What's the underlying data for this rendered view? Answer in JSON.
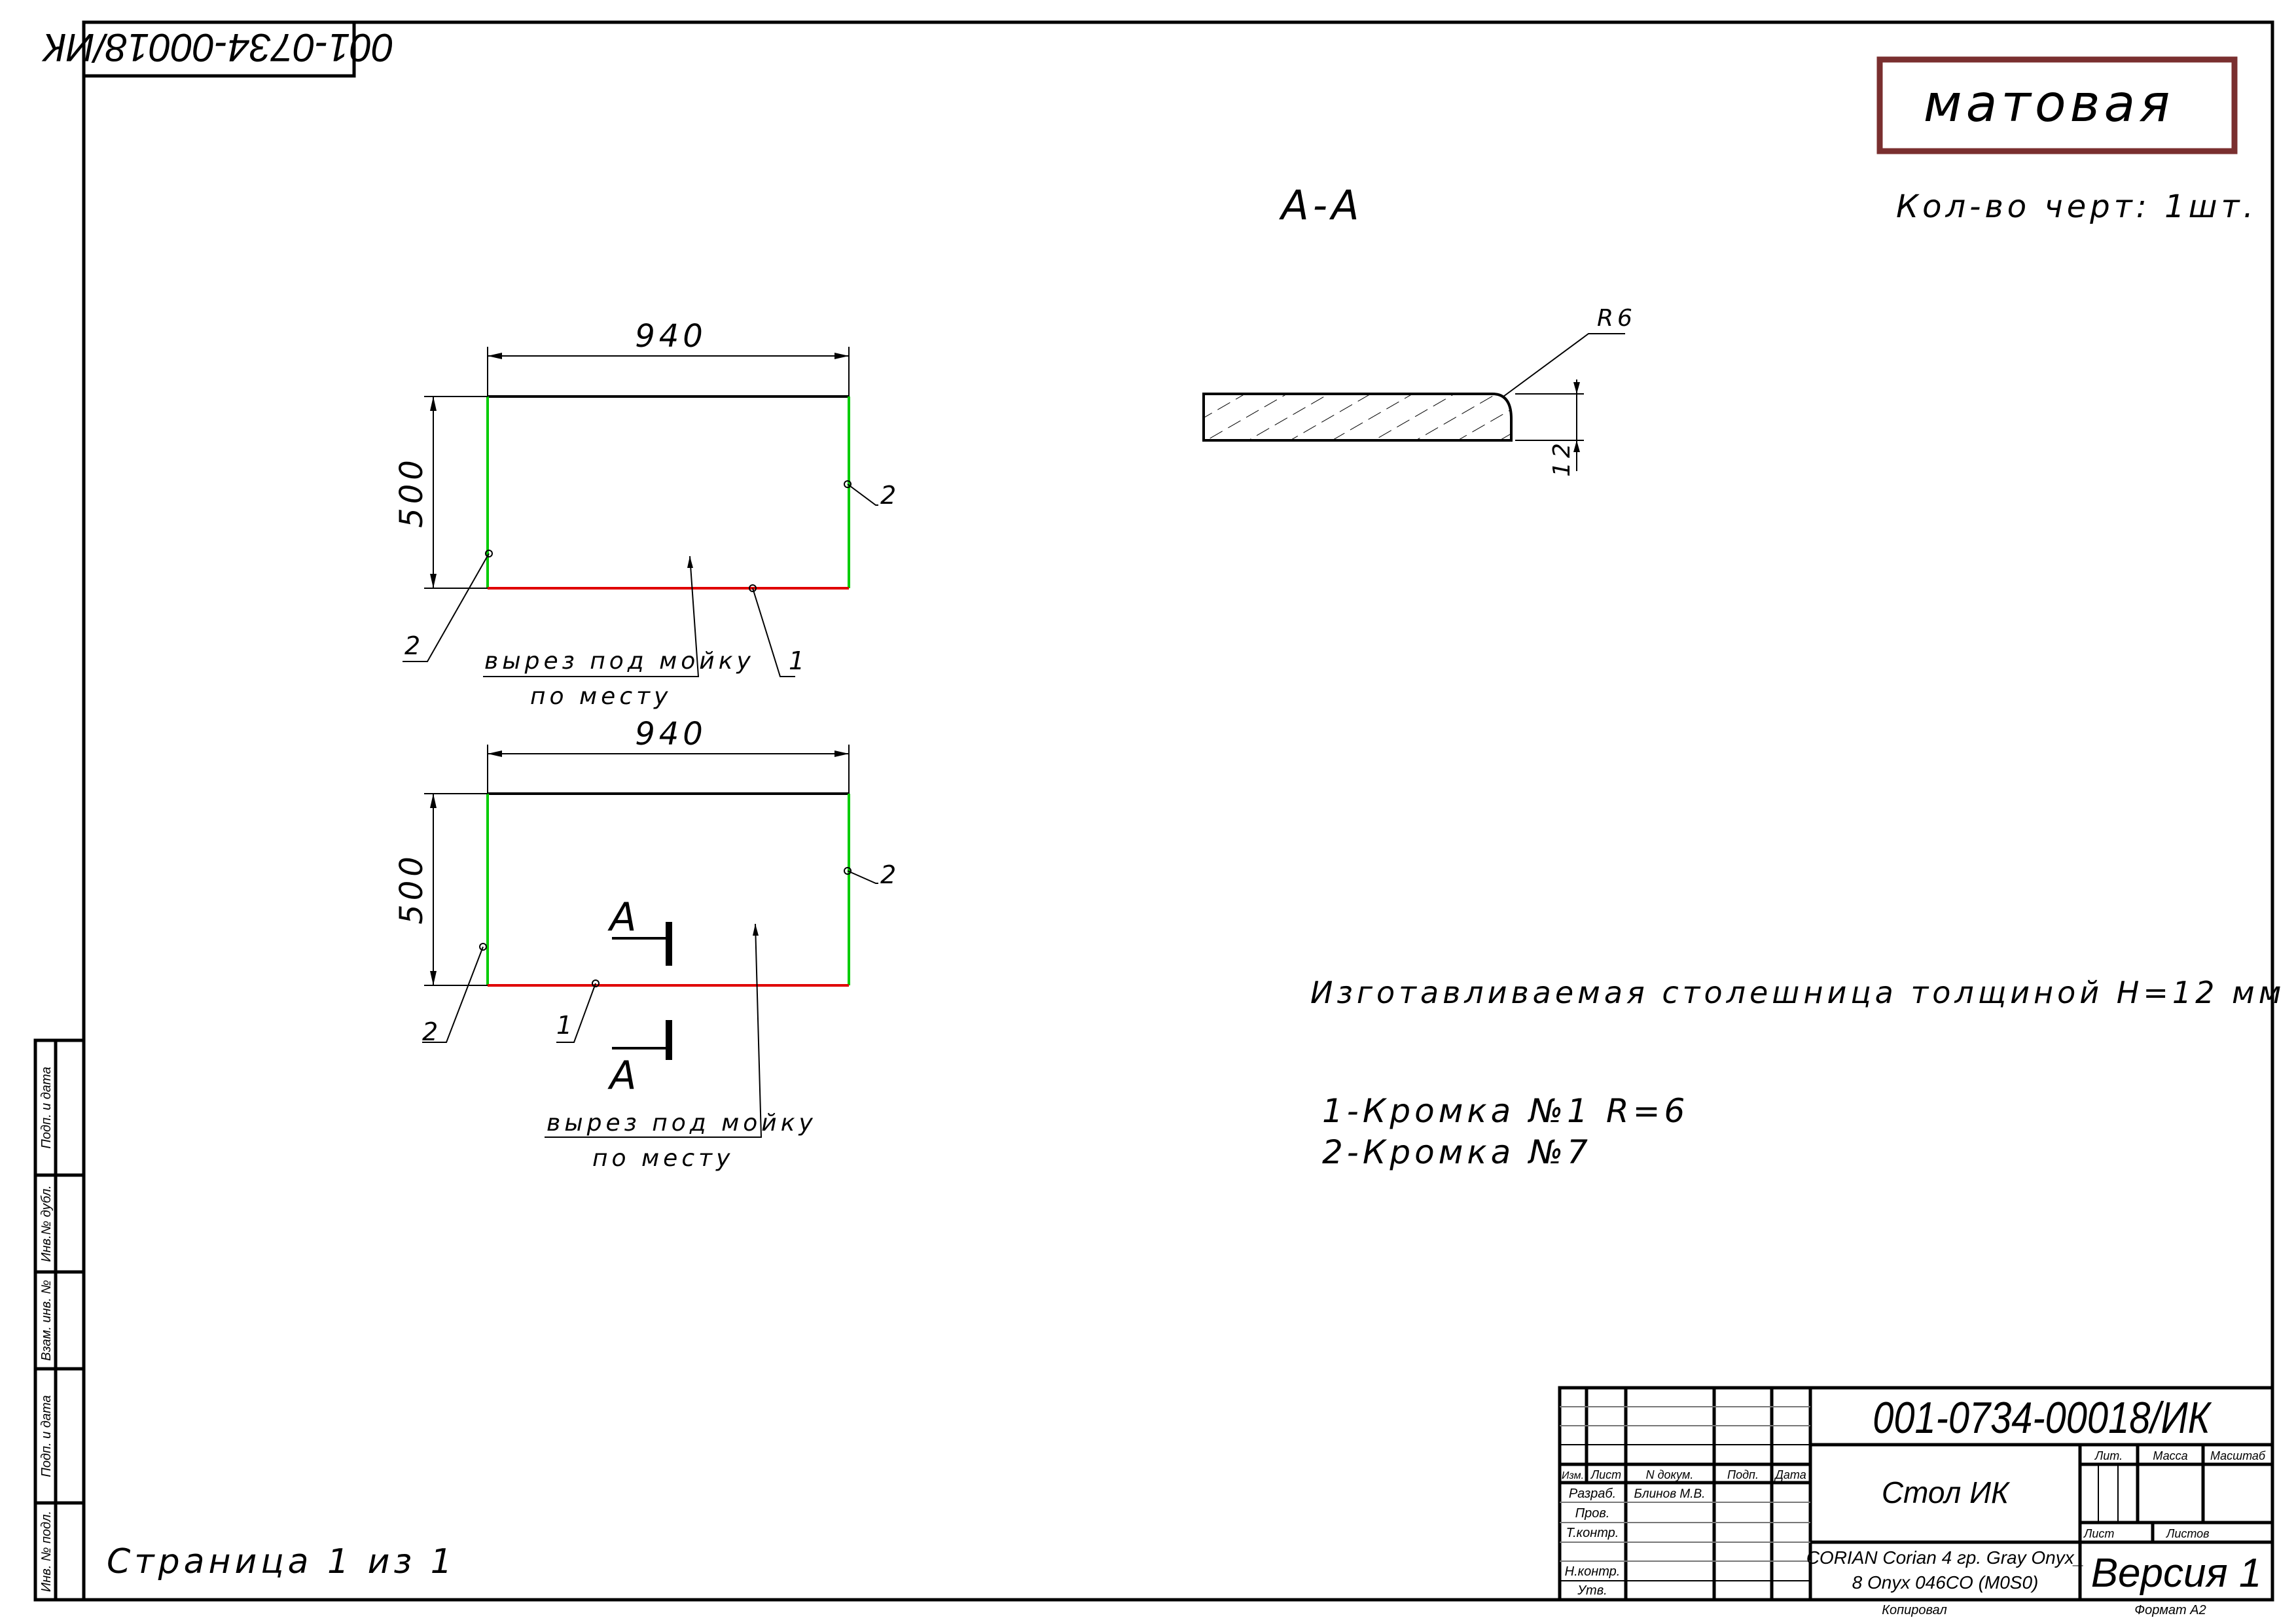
{
  "sheet": {
    "stamp_top_left": "001-0734-00018/ИК",
    "finish_label": "матовая",
    "finish_box_color": "#7a2f2f",
    "section_title": "А-А",
    "quantity": "Кол-во черт: 1шт.",
    "page_label": "Страница 1 из 1"
  },
  "view1": {
    "width_dim": "940",
    "height_dim": "500",
    "edge_right_label": "2",
    "edge_left_label": "2",
    "edge_bottom_label": "1",
    "cutout_line1": "вырез под мойку",
    "cutout_line2": "по месту"
  },
  "view2": {
    "width_dim": "940",
    "height_dim": "500",
    "edge_right_label": "2",
    "edge_left_label": "2",
    "edge_bottom_label": "1",
    "section_mark_top": "А",
    "section_mark_bottom": "А",
    "cutout_line1": "вырез под мойку",
    "cutout_line2": "по месту"
  },
  "section": {
    "radius_label": "R6",
    "thickness_dim": "12"
  },
  "notes": {
    "thickness_note": "Изготавливаемая столешница толщиной H=12 мм",
    "edge1": "1-Кромка №1 R=6",
    "edge2": "2-Кромка №7"
  },
  "colors": {
    "edge_1": "#e00000",
    "edge_2": "#00cc00"
  },
  "title_block": {
    "doc_number": "001-0734-00018/ИК",
    "title": "Стол ИК",
    "material_line1": "CORIAN Corian 4 гр. Gray Onyx_",
    "material_line2": "8 Onyx 046CO (M0S0)",
    "version": "Версия 1",
    "headers": {
      "izm": "Изм.",
      "list": "Лист",
      "ndoc": "N докум.",
      "podp": "Подп.",
      "data": "Дата"
    },
    "roles": {
      "razrab": "Разраб.",
      "prov": "Пров.",
      "tkontr": "Т.контр.",
      "nkontr": "Н.контр.",
      "utv": "Утв."
    },
    "developer": "Блинов М.В.",
    "lit": "Лит.",
    "massa": "Масса",
    "masshtab": "Масштаб",
    "sheet": "Лист",
    "sheets": "Листов",
    "copied": "Копировал",
    "format": "Формат А2"
  },
  "side_stamp": {
    "podp_data_1": "Подп. и дата",
    "inv_dubl": "Инв.№ дубл.",
    "vzam_inv": "Взам. инв. №",
    "podp_data_2": "Подп. и дата",
    "inv_podl": "Инв. № подл."
  }
}
